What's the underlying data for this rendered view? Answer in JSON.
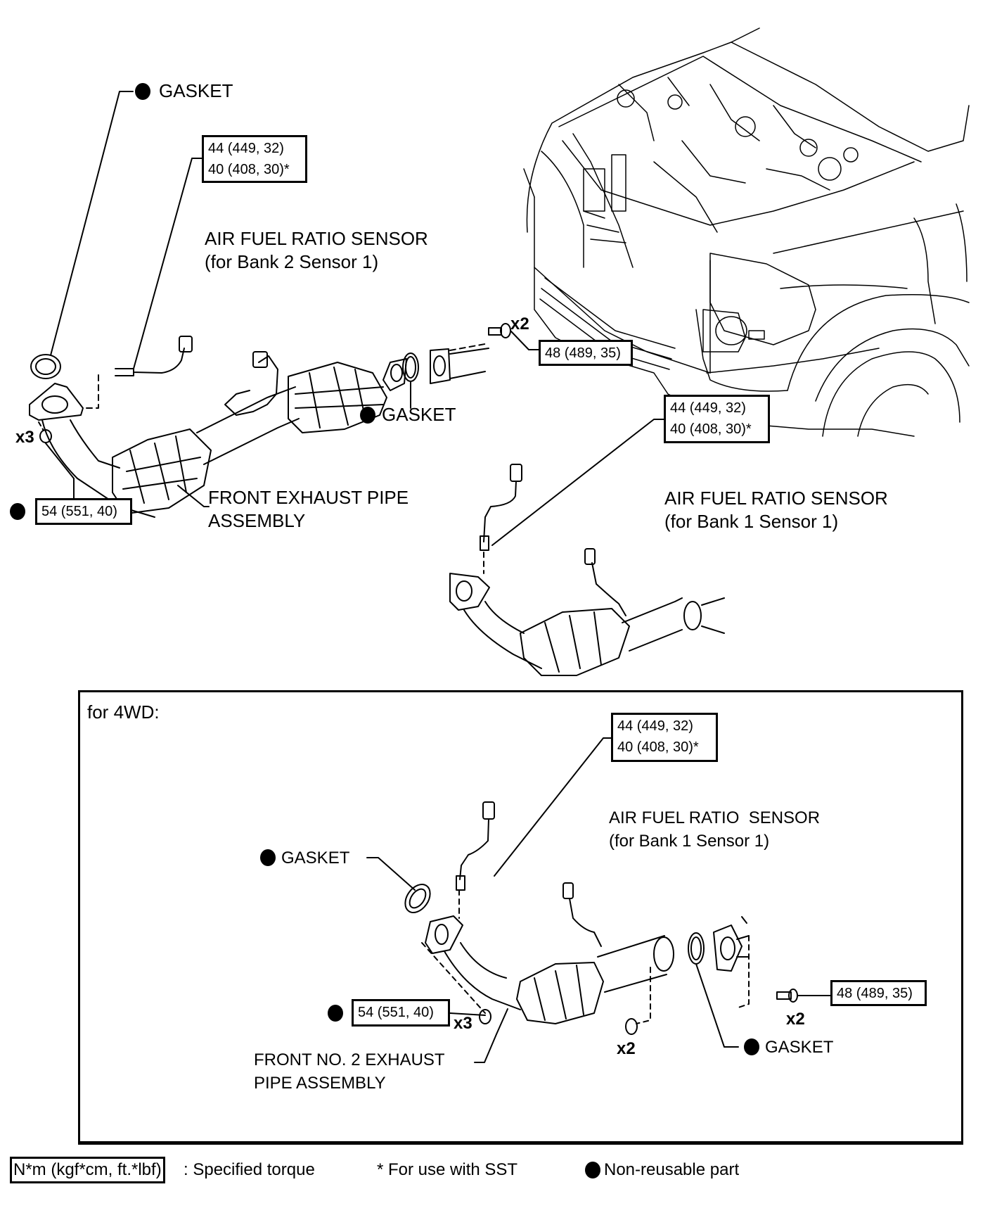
{
  "diagram": {
    "title": "Front exhaust pipe / air fuel ratio sensor components",
    "main": {
      "gasket_top": "GASKET",
      "sensor_b2_torque": [
        "44 (449, 32)",
        "40 (408, 30)*"
      ],
      "sensor_b2_label": [
        "AIR FUEL RATIO SENSOR",
        "(for Bank 2 Sensor 1)"
      ],
      "bolt_mult": "x2",
      "bolt_torque": "48 (489, 35)",
      "gasket_mid": "GASKET",
      "nut_mult": "x3",
      "nut_torque": "54 (551, 40)",
      "pipe_label": [
        "FRONT EXHAUST PIPE",
        "ASSEMBLY"
      ],
      "sensor_b1_torque": [
        "44 (449, 32)",
        "40 (408, 30)*"
      ],
      "sensor_b1_label": [
        "AIR FUEL RATIO SENSOR",
        "(for Bank 1 Sensor 1)"
      ]
    },
    "variant_4wd": {
      "heading": "for 4WD:",
      "sensor_torque": [
        "44 (449, 32)",
        "40 (408, 30)*"
      ],
      "sensor_label": [
        "AIR FUEL RATIO  SENSOR",
        "(for Bank 1 Sensor 1)"
      ],
      "gasket_left": "GASKET",
      "nut_torque": "54 (551, 40)",
      "nut_mult": "x3",
      "pipe_label": [
        "FRONT NO. 2 EXHAUST",
        "PIPE ASSEMBLY"
      ],
      "stud_nut_mult": "x2",
      "gasket_right": "GASKET",
      "bolt_torque": "48 (489, 35)",
      "bolt_mult": "x2"
    },
    "legend": {
      "torque_key": "N*m (kgf*cm, ft.*lbf)",
      "torque_desc": ": Specified torque",
      "sst": "* For use with SST",
      "non_reusable": "Non-reusable part"
    },
    "icons": {
      "bullet": "filled-circle (non-reusable part marker)"
    }
  }
}
